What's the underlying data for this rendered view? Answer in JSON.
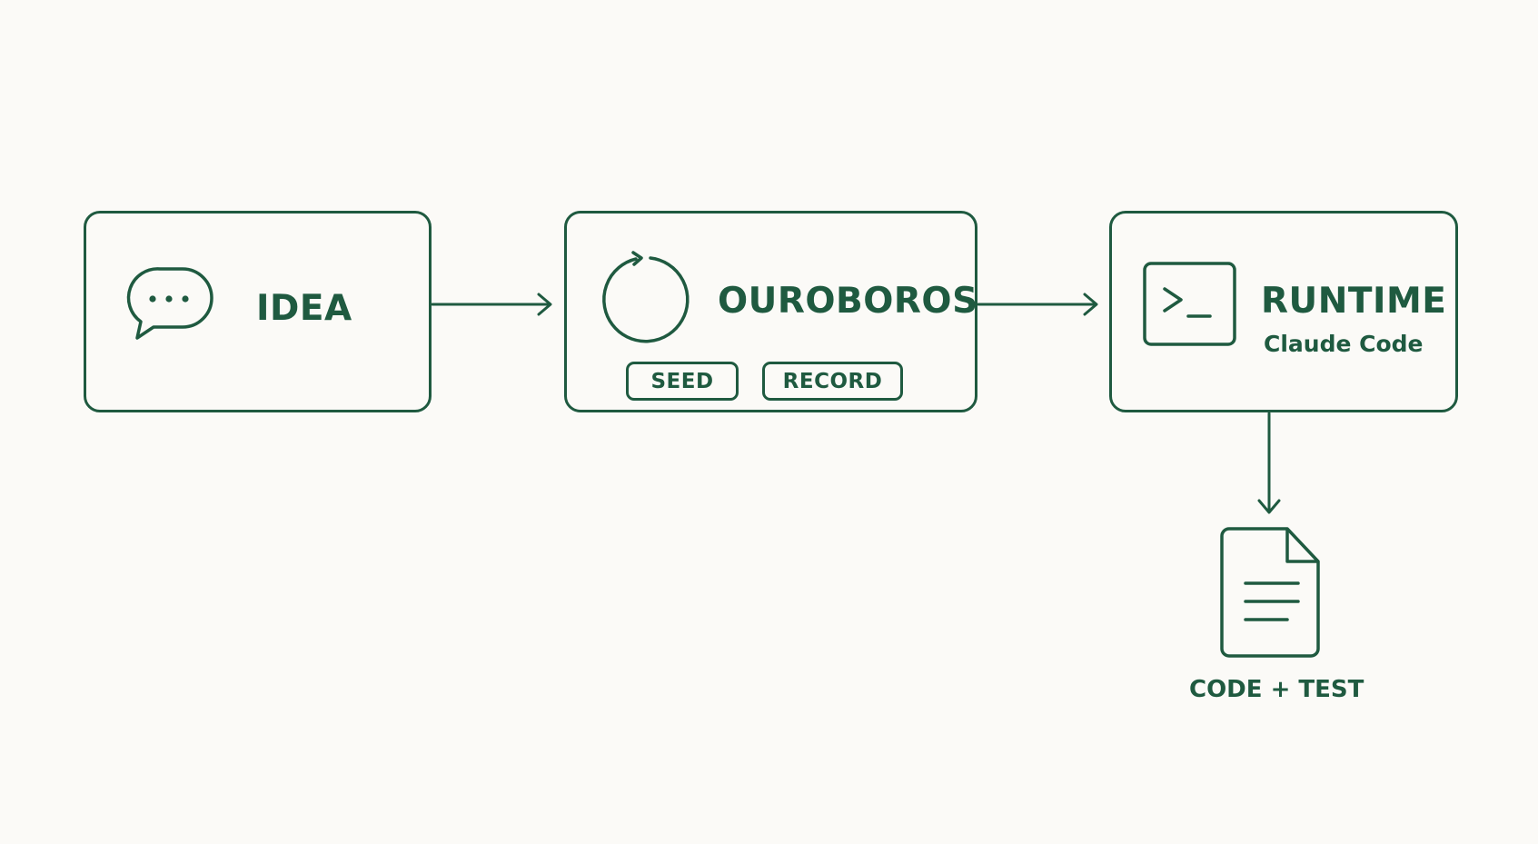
{
  "nodes": {
    "idea": {
      "title": "IDEA",
      "icon": "chat-bubble-icon"
    },
    "ouroboros": {
      "title": "OUROBOROS",
      "icon": "cycle-icon",
      "tags": [
        "SEED",
        "RECORD"
      ]
    },
    "runtime": {
      "title": "RUNTIME",
      "subtitle": "Claude Code",
      "icon": "terminal-icon"
    }
  },
  "output": {
    "label": "CODE + TEST",
    "icon": "document-icon"
  },
  "colors": {
    "stroke": "#1f5a40",
    "background": "#fbfaf7"
  }
}
